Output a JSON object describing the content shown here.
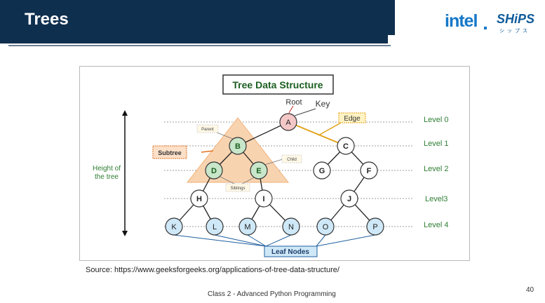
{
  "slide": {
    "title": "Trees",
    "logos": {
      "intel": "intel",
      "ships": "SHiPS",
      "ships_sub": "シップス"
    },
    "source": "Source: https://www.geeksforgeeks.org/applications-of-tree-data-structure/",
    "footer": "Class 2 - Advanced Python Programming",
    "page_number": "40"
  },
  "diagram": {
    "title": "Tree Data Structure",
    "labels": {
      "root": "Root",
      "key": "Key",
      "edge": "Edge",
      "parent": "Parent",
      "child": "Child",
      "siblings": "Siblings",
      "subtree": "Subtree",
      "height_line1": "Height of",
      "height_line2": "the tree",
      "leaf_nodes": "Leaf Nodes"
    },
    "levels": [
      "Level 0",
      "Level 1",
      "Level 2",
      "Level3",
      "Level 4"
    ],
    "nodes": {
      "A": "A",
      "B": "B",
      "C": "C",
      "D": "D",
      "E": "E",
      "G": "G",
      "F": "F",
      "H": "H",
      "I": "I",
      "J": "J",
      "K": "K",
      "L": "L",
      "M": "M",
      "N": "N",
      "O": "O",
      "P": "P"
    }
  },
  "colors": {
    "header_bg": "#0f2f4f",
    "level_text": "#2e7d32",
    "root_fill": "#f4c7c7",
    "subtree_fill": "#f8d3b0",
    "subtree_node_fill": "#c8e6c9",
    "leaf_fill": "#cfe8f7",
    "edge_highlight": "#e3a21a"
  }
}
